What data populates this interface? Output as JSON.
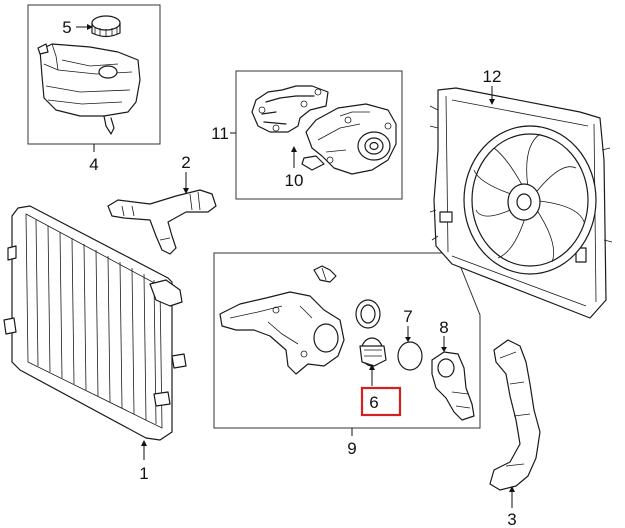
{
  "callouts": {
    "c1": "1",
    "c2": "2",
    "c3": "3",
    "c4": "4",
    "c5": "5",
    "c6": "6",
    "c7": "7",
    "c8": "8",
    "c9": "9",
    "c10": "10",
    "c11": "11",
    "c12": "12"
  },
  "highlight": {
    "target_callout": "6",
    "color": "#d42020"
  }
}
